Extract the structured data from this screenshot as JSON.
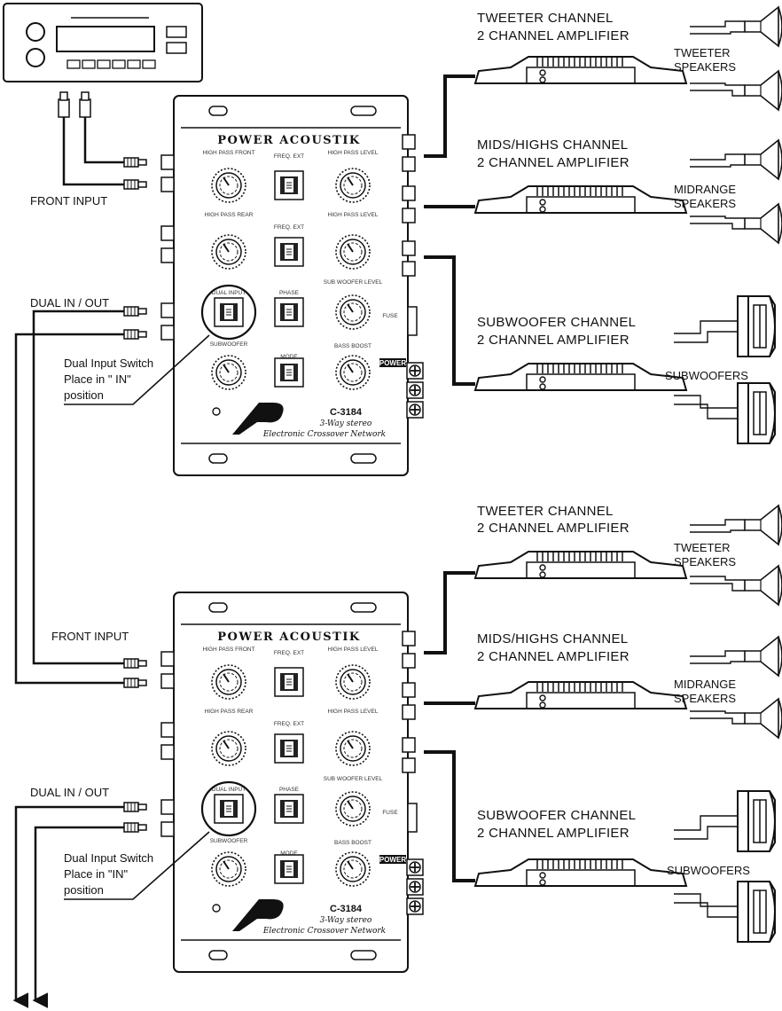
{
  "diagram": {
    "crossover": {
      "brand": "POWER ACOUSTIK",
      "model": "C-3184",
      "description_line1": "3-Way stereo",
      "description_line2": "Electronic Crossover Network",
      "fuse_label": "FUSE",
      "power_label": "POWER",
      "controls": {
        "hp_front": "HIGH PASS FRONT",
        "hp_rear": "HIGH PASS REAR",
        "hp_level": "HIGH PASS LEVEL",
        "hp_level2": "HIGH PASS LEVEL",
        "freq_ext": "FREQ. EXT",
        "sub_level": "SUB WOOFER LEVEL",
        "bass_boost": "BASS BOOST",
        "dual_input": "DUAL INPUT",
        "phase": "PHASE",
        "mode": "MODE",
        "subwoofer": "SUBWOOFER"
      }
    },
    "left_labels": {
      "front_input": "FRONT INPUT",
      "dual_in_out": "DUAL IN / OUT",
      "switch_note_1": "Dual Input Switch",
      "switch_note_2_top": "Place in \" IN\"",
      "switch_note_2_bottom": "Place in \"IN\"",
      "switch_note_3": "position"
    },
    "amplifiers": {
      "tweeter_1": "TWEETER CHANNEL",
      "tweeter_2": "2 CHANNEL AMPLIFIER",
      "mids_1": "MIDS/HIGHS CHANNEL",
      "mids_2": "2 CHANNEL AMPLIFIER",
      "sub_1": "SUBWOOFER CHANNEL",
      "sub_2": "2 CHANNEL AMPLIFIER"
    },
    "speakers": {
      "tweeter_1": "TWEETER",
      "tweeter_2": "SPEAKERS",
      "midrange_1": "MIDRANGE",
      "midrange_2": "SPEAKERS",
      "subwoofers": "SUBWOOFERS"
    }
  }
}
